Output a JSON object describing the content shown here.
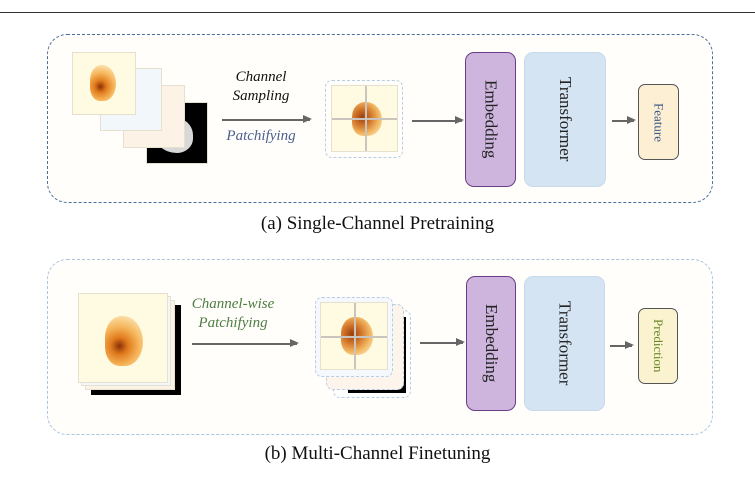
{
  "panels": {
    "a": {
      "caption": "(a) Single-Channel Pretraining",
      "step1_label_line1": "Channel",
      "step1_label_line2": "Sampling",
      "step2_label": "Patchifying",
      "embedding": "Embedding",
      "transformer": "Transformer",
      "output": "Feature"
    },
    "b": {
      "caption": "(b) Multi-Channel Finetuning",
      "step_label_line1": "Channel-wise",
      "step_label_line2": "Patchifying",
      "embedding": "Embedding",
      "transformer": "Transformer",
      "output": "Prediction"
    }
  },
  "colors": {
    "panel_a_border": "#4a6f9a",
    "panel_b_border": "#a9c4e2",
    "embedding_fill": "#cdb5dd",
    "embedding_border": "#6c3d86",
    "transformer_fill": "#d5e4f3",
    "feature_fill": "#fcefd4",
    "prediction_fill": "#fbf3cf",
    "patchifying_text": "#4a6090",
    "channelwise_text": "#4f7d44",
    "prediction_text": "#6b8a2a",
    "feature_text": "#3c5a86"
  }
}
